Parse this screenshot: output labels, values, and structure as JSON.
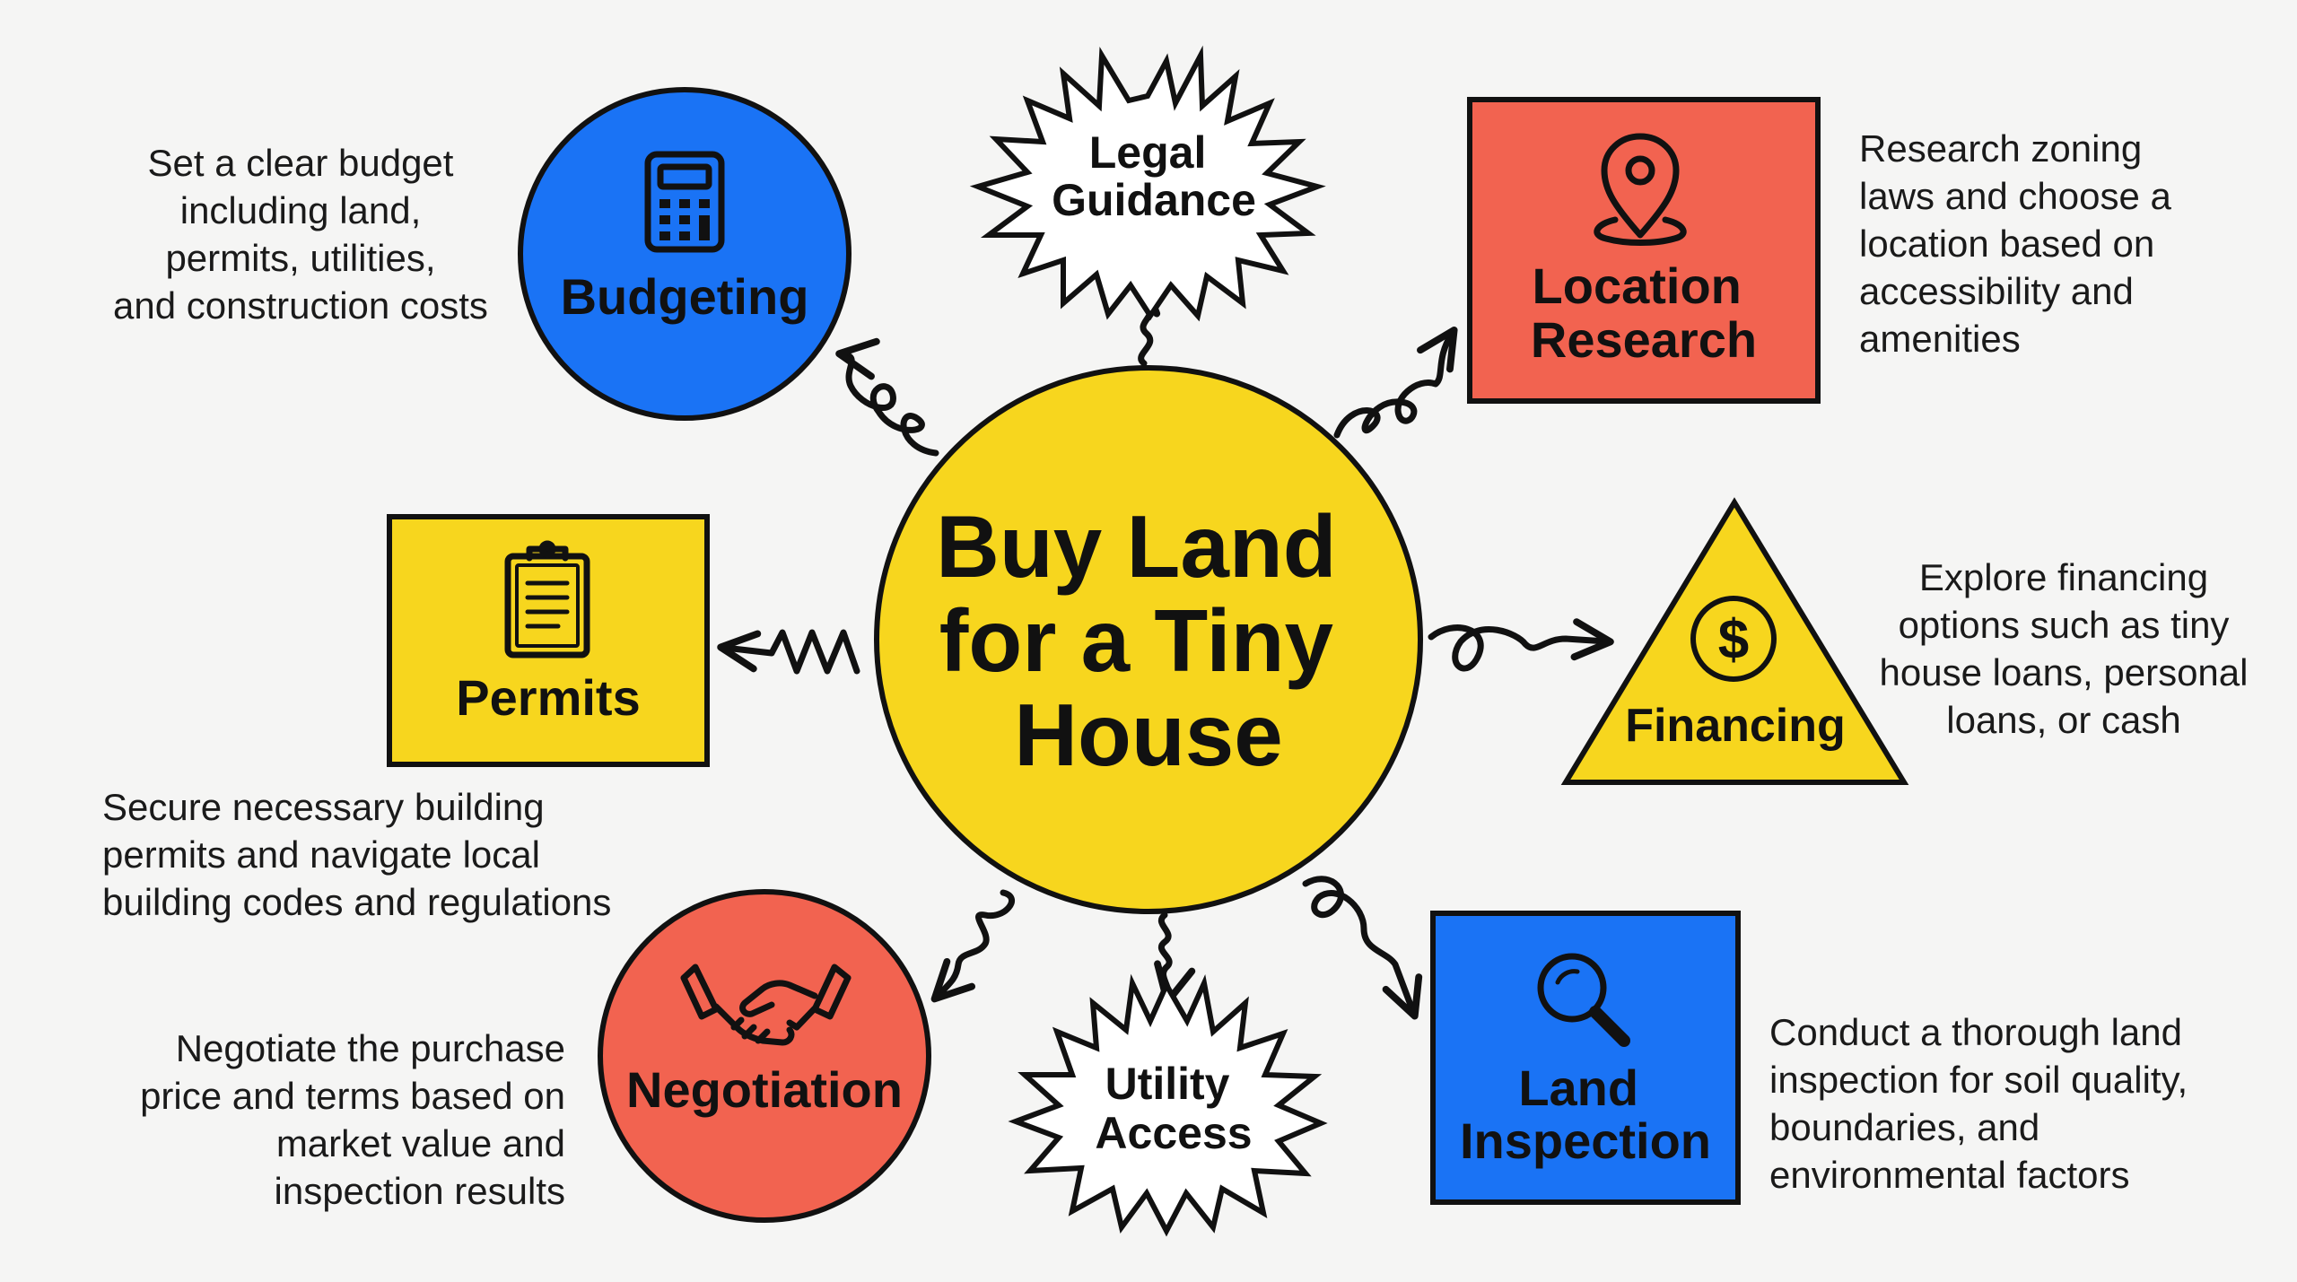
{
  "center": {
    "lines": [
      "Buy Land",
      "for a Tiny",
      "House"
    ]
  },
  "nodes": {
    "budgeting": {
      "label_lines": [
        "Budgeting"
      ],
      "icon": "calculator-icon",
      "description": "Set a clear budget\nincluding land,\npermits, utilities,\nand construction costs"
    },
    "legal_guidance": {
      "label_lines": [
        "Legal",
        "Guidance"
      ]
    },
    "location_research": {
      "label_lines": [
        "Location",
        "Research"
      ],
      "icon": "map-pin-icon",
      "description": "Research zoning\nlaws and choose a\nlocation based on\naccessibility and\namenities"
    },
    "permits": {
      "label_lines": [
        "Permits"
      ],
      "icon": "clipboard-icon",
      "description": "Secure necessary building\npermits and navigate local\nbuilding codes and regulations"
    },
    "financing": {
      "label_lines": [
        "Financing"
      ],
      "icon": "dollar-coin-icon",
      "description": "Explore financing\noptions such as tiny\nhouse loans, personal\nloans, or cash"
    },
    "negotiation": {
      "label_lines": [
        "Negotiation"
      ],
      "icon": "handshake-icon",
      "description": "Negotiate the purchase\nprice and terms based on\nmarket value and\ninspection results"
    },
    "utility_access": {
      "label_lines": [
        "Utility",
        "Access"
      ]
    },
    "land_inspection": {
      "label_lines": [
        "Land",
        "Inspection"
      ],
      "icon": "magnifying-glass-icon",
      "description": "Conduct a thorough land\ninspection for soil quality,\nboundaries, and\nenvironmental factors"
    }
  },
  "colors": {
    "blue": "#1a73f5",
    "yellow": "#f7d61e",
    "red": "#f26350",
    "outline": "#111111",
    "background": "#f5f5f4"
  }
}
